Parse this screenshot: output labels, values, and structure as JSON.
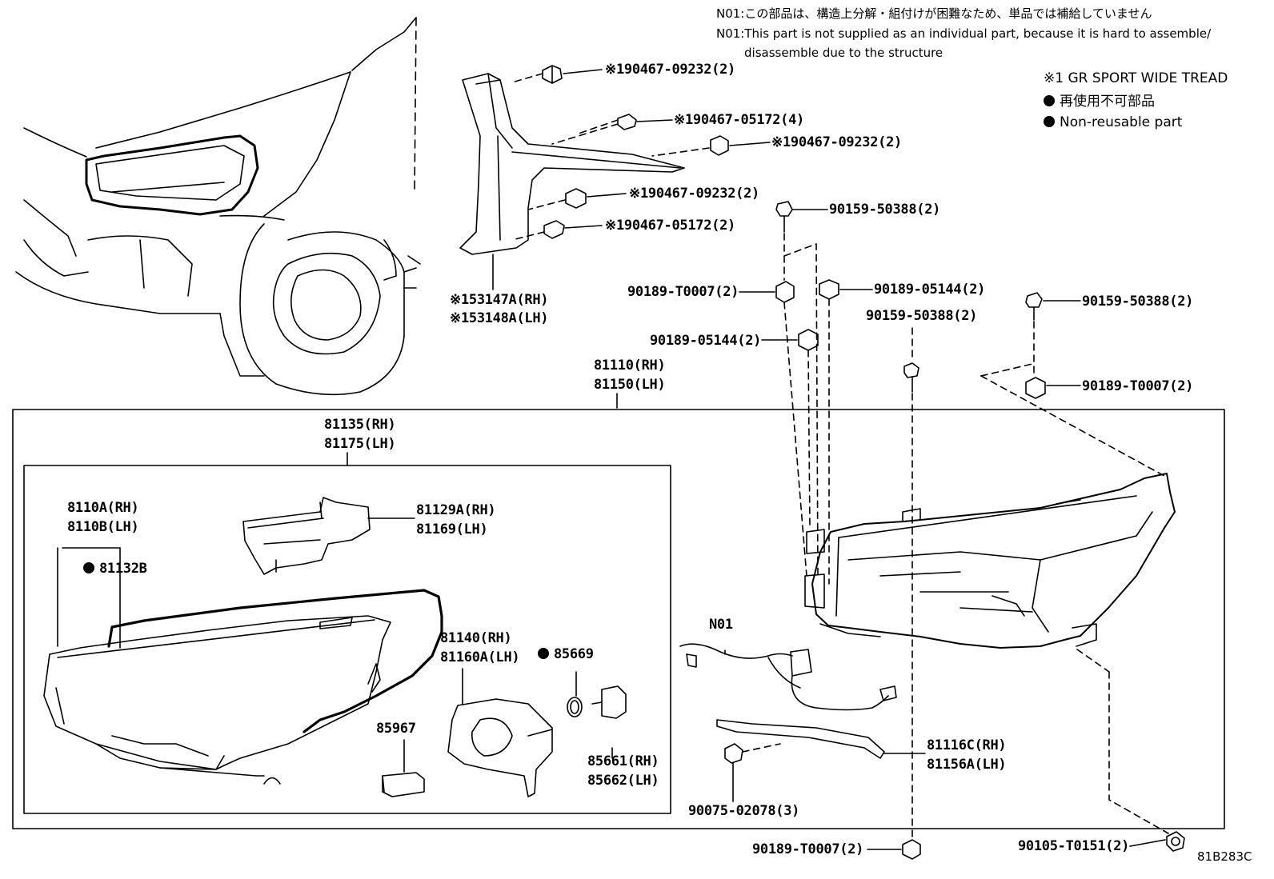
{
  "notes": {
    "jp": "N01:この部品は、構造上分解・組付けが困難なため、単品では補給していません",
    "en1": "N01:This part is not supplied as an individual part, because it is hard to assemble/",
    "en2": "disassemble due to the structure"
  },
  "legend": {
    "sport": "※1 GR SPORT WIDE TREAD",
    "nonreusable_jp": "再使用不可部品",
    "nonreusable_en": "Non-reusable part"
  },
  "labels": {
    "p190467_09232_a": "※190467-09232(2)",
    "p190467_05172_a": "※190467-05172(4)",
    "p190467_09232_b": "※190467-09232(2)",
    "p190467_09232_c": "※190467-09232(2)",
    "p190467_05172_b": "※190467-05172(2)",
    "p153147a": "※153147A(RH)",
    "p153148a": "※153148A(LH)",
    "p90159_50388_a": "90159-50388(2)",
    "p90189_t0007_a": "90189-T0007(2)",
    "p90189_05144_a": "90189-05144(2)",
    "p90159_50388_b": "90159-50388(2)",
    "p90159_50388_c": "90159-50388(2)",
    "p90189_05144_b": "90189-05144(2)",
    "p90189_t0007_b": "90189-T0007(2)",
    "p81110": "81110(RH)",
    "p81150": "81150(LH)",
    "p81135": "81135(RH)",
    "p81175": "81175(LH)",
    "p8110a": "8110A(RH)",
    "p8110b": "8110B(LH)",
    "p81132b": "81132B",
    "p81129a": "81129A(RH)",
    "p81169": "81169(LH)",
    "p81140": "81140(RH)",
    "p81160a": "81160A(LH)",
    "p85669": "85669",
    "p85967": "85967",
    "p85661": "85661(RH)",
    "p85662": "85662(LH)",
    "pN01": "N01",
    "p81116c": "81116C(RH)",
    "p81156a": "81156A(LH)",
    "p90075_02078": "90075-02078(3)",
    "p90189_t0007_c": "90189-T0007(2)",
    "p90105_t0151": "90105-T0151(2)"
  },
  "diagram_code": "81B283C"
}
